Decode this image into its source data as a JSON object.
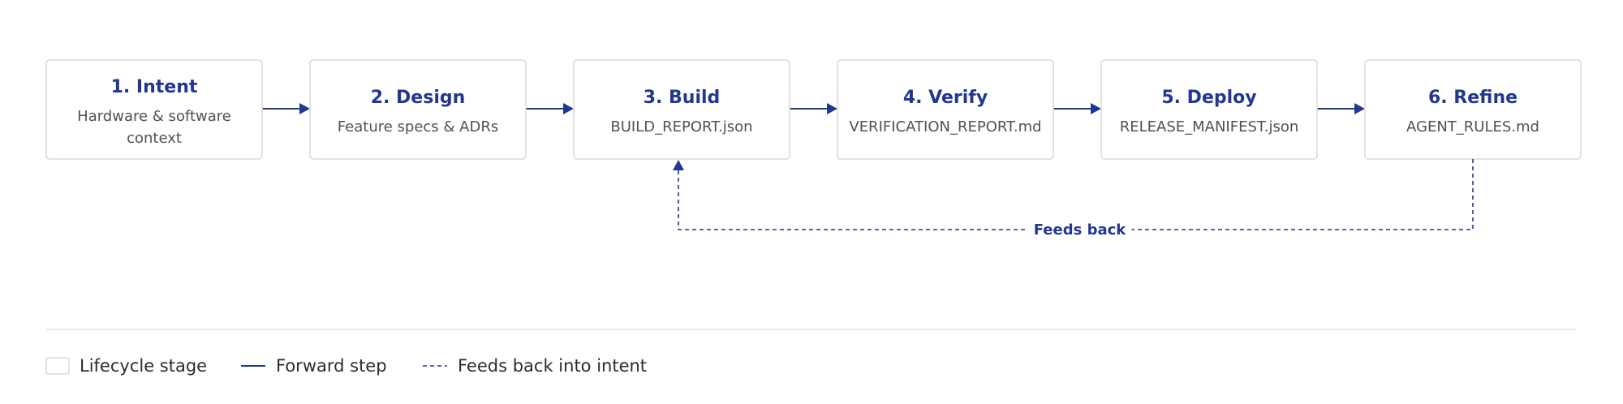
{
  "colors": {
    "accent": "#22378f",
    "box_border": "#d9d9dc",
    "subtitle_text": "#505058",
    "legend_text": "#2b2b30",
    "divider": "#e6e6e9"
  },
  "stages": [
    {
      "title": "1. Intent",
      "subtitle_lines": [
        "Hardware & software",
        "context"
      ]
    },
    {
      "title": "2. Design",
      "subtitle_lines": [
        "Feature specs & ADRs"
      ]
    },
    {
      "title": "3. Build",
      "subtitle_lines": [
        "BUILD_REPORT.json"
      ]
    },
    {
      "title": "4. Verify",
      "subtitle_lines": [
        "VERIFICATION_REPORT.md"
      ]
    },
    {
      "title": "5. Deploy",
      "subtitle_lines": [
        "RELEASE_MANIFEST.json"
      ]
    },
    {
      "title": "6. Refine",
      "subtitle_lines": [
        "AGENT_RULES.md"
      ]
    }
  ],
  "feedback": {
    "label": "Feeds back",
    "from_stage": 6,
    "to_stage": 3
  },
  "legend": {
    "stage": "Lifecycle stage",
    "forward": "Forward step",
    "feedback": "Feeds back into intent"
  }
}
